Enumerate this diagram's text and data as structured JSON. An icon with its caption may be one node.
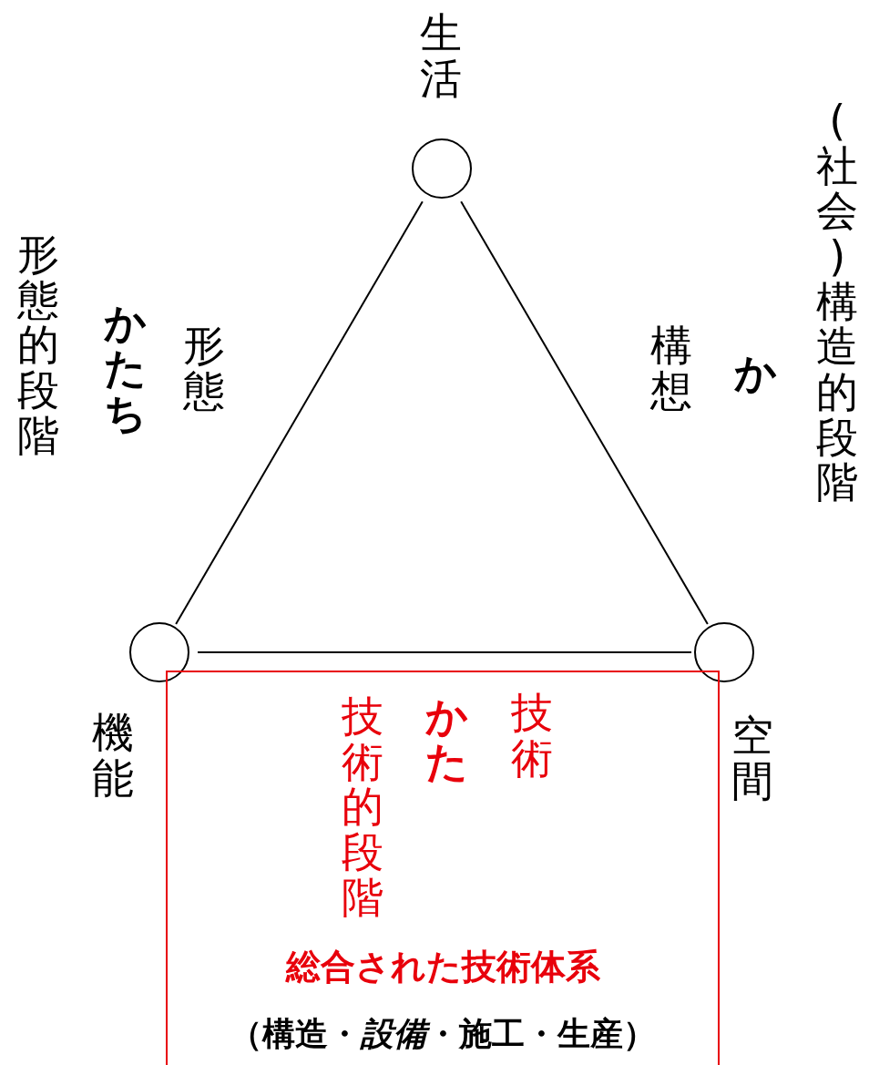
{
  "diagram": {
    "nodes": [
      {
        "text": [],
        "shape": "circle",
        "beside": [
          "生活"
        ]
      },
      {
        "text": [],
        "shape": "circle",
        "beside": [
          "機能"
        ]
      },
      {
        "text": [],
        "shape": "circle",
        "beside": [
          "空間"
        ]
      },
      {
        "text": [
          "**技術**的段階",
          "かた",
          "技術",
          "総合された技術**体系**",
          "（構造・*設備*・施工・生産）"
        ]
      }
    ],
    "edges": [
      {
        "from": 0,
        "to": 1,
        "arrow": "none"
      },
      {
        "from": 0,
        "to": 2,
        "arrow": "none"
      },
      {
        "from": 1,
        "to": 2,
        "arrow": "none"
      }
    ],
    "labels": [
      "**形態**的段階",
      "かたち",
      "形態",
      "構想",
      "か",
      "**(社会)構造**的段階"
    ]
  }
}
